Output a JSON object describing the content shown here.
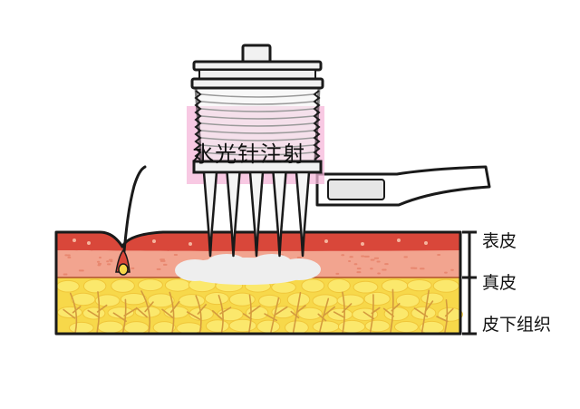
{
  "diagram": {
    "title": "水光针注射",
    "layers": {
      "epidermis": "表皮",
      "dermis": "真皮",
      "subcutaneous": "皮下组织"
    },
    "colors": {
      "epidermis": "#d9473a",
      "dermis": "#f2a48f",
      "fat": "#f7d84a",
      "fat_cell_fill": "#fbe86c",
      "vessel": "#d49a3e",
      "outline": "#1a1a1a",
      "device_body": "#f1f1f1",
      "device_tint": "#f6b7da",
      "serum": "#eeeeee"
    },
    "needle_count": 5
  }
}
